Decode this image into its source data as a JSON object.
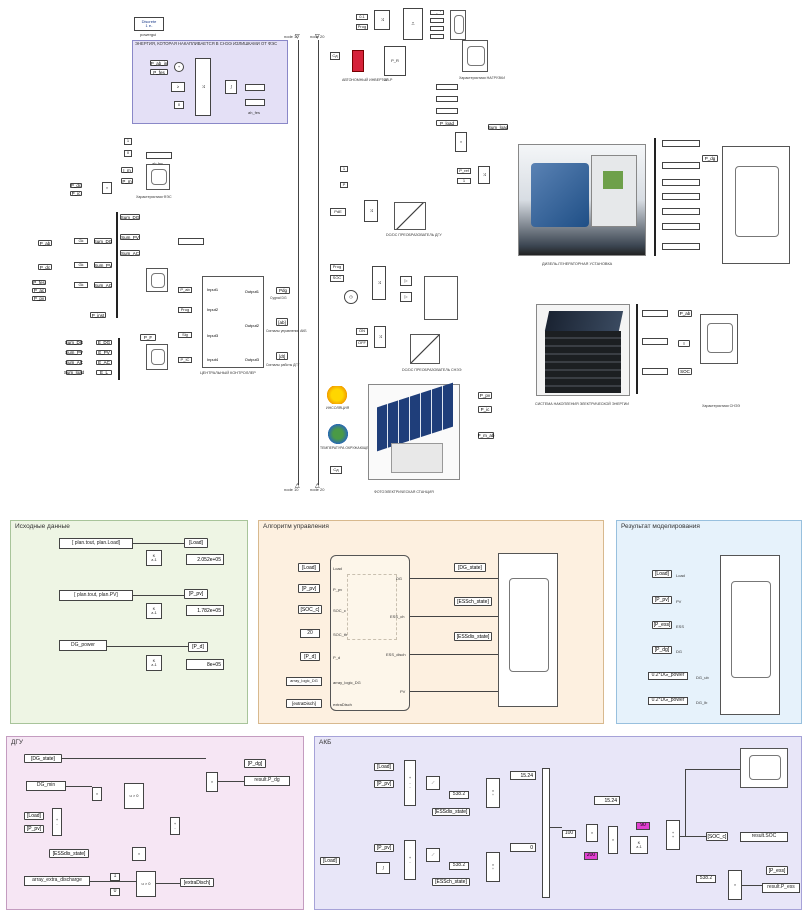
{
  "top": {
    "powergui": "Discrete\n1 e-",
    "powergui_label": "powergui",
    "energy_panel_title": "ЭНЕРГИЯ, КОТОРАЯ НАКАПЛИВАЕТСЯ В СНЭЭ ИЗЛИШКАМИ ОТ ФЭС",
    "ab_in_label": "P_ab_in",
    "fes_ref": "P_fes",
    "const_zero": "0",
    "display_energy": "Е_нак",
    "ah_label": "ah_fes",
    "inverter_label": "АВТОНОМНЫЙ ИНВЕРТОР",
    "load_label": "АБ-Р",
    "load_scope_label": "Характеристики НАГРУЗКИ",
    "diesel_label": "ДИЗЕЛЬ-ГЕНЕРАТОРНАЯ УСТАНОВКА",
    "dc_conv_label": "DC/DC ПРЕОБРАЗОВАТЕЛЬ ДГУ",
    "ess_conv_label": "DC/DC ПРЕОБРАЗОВАТЕЛЬ СНЭЭ",
    "ess_label": "СИСТЕМА НАКОПЛЕНИЯ ЭЛЕКТРИЧЕСКОЙ ЭНЕРГИИ",
    "ess_scope_label": "Характеристики СНЭЭ",
    "insol_label": "ИНСОЛЯЦИЯ",
    "temp_label": "ТЕМПЕРАТУРА ОКРУЖАЮЩЕЙ СРЕДЫ",
    "pv_station_label": "ФОТОЭЛЕКТРИЧЕСКАЯ СТАНЦИЯ",
    "controller_label": "ЦЕНТРАЛЬНЫЙ КОНТРОЛЛЕР",
    "out1": "Cygnal DG",
    "out2": "Сигналы управления АКБ",
    "out3": "Сигналы работы ДГУ",
    "fes_scope_label": "Характеристики ФЭС",
    "node_a": "node 10",
    "node_b": "node 20",
    "node_c": "node 10",
    "node_d": "node 20"
  },
  "initial": {
    "title": "Исходные данные",
    "src1": "[ plan.tout, plan.Load]",
    "src2": "[ plan.tout, plan.PV]",
    "src3": "DG_power",
    "goto1": "[Load]",
    "goto2": "[P_pv]",
    "goto3": "[P_d]",
    "disp1": "2.052e+05",
    "disp2": "1.782e+05",
    "disp3": "8e+05",
    "integ": "K\nz-1"
  },
  "control": {
    "title": "Алгоритм управления",
    "in_load": "[Load]",
    "in_pv": "[P_pv]",
    "in_soc": "[SOC_c]",
    "in_20": "20",
    "in_pd": "[P_d]",
    "in_array": "array_logic_DG",
    "in_extra": "[extraDisch]",
    "port_load": "Load",
    "port_ppv": "P_pv",
    "port_soc": "SOC_c",
    "port_socth": "SOC_th",
    "port_pd": "P_d",
    "port_array": "array_logic_DG",
    "port_extra": "extraDisch",
    "out_dg": "DG",
    "out_essch": "ESS_ch",
    "out_essdisch": "ESS_disch",
    "out_pv": "PV",
    "goto_dg": "[DG_state]",
    "goto_ch": "[ESSch_state]",
    "goto_dis": "[ESSdis_state]"
  },
  "results": {
    "title": "Результат моделирования",
    "in1": "[Load]",
    "in2": "[P_pv]",
    "in3": "[P_ess]",
    "in4": "[P_dg]",
    "in5": "0.2*DG_power",
    "in6": "0.2*DG_power",
    "l1": "Load",
    "l2": "PV",
    "l3": "ESS",
    "l4": "DG",
    "l5": "DG_ub",
    "l6": "DG_lb"
  },
  "dgu": {
    "title": "ДГУ",
    "state": "[DG_state]",
    "dgmin": "DG_min",
    "load": "[Load]",
    "ppv": "[P_pv]",
    "essdis": "[ESSdis_state]",
    "array": "array_extra_discharge",
    "one": "1",
    "zero": "0",
    "switch1": "u > 0",
    "switch2": "u > 0",
    "goto_pdg": "[P_dg]",
    "result": "result.P_dg",
    "goto_extra": "[extraDisch]",
    "mult": "×"
  },
  "akb": {
    "title": "АКБ",
    "load1": "[Load]",
    "ppv1": "[P_pv]",
    "essdis": "[ESSdis_state]",
    "load2": "[Load]",
    "ppv2": "[P_pv]",
    "essch": "[ESSch_state]",
    "c538a": "538.2",
    "c538b": "538.2",
    "c538c": "538.2",
    "disp1": "15.24",
    "disp2": "15.24",
    "disp3": "0",
    "c100": "100",
    "c200": "200",
    "c90": "90",
    "goto_soc": "[SOC_c]",
    "result_soc": "result.SOC",
    "goto_pess": "[P_ess]",
    "result_pess": "result.P_ess",
    "integ": "K\nz-1"
  },
  "colors": {
    "panel_green": "#eef5e4",
    "panel_orange": "#fdf0e0",
    "panel_blue": "#e6f2fb",
    "panel_pink": "#f6e6f4",
    "panel_lavender": "#e8e6f8",
    "energy_box": "#e4e0f6",
    "magenta": "#e040d0"
  }
}
